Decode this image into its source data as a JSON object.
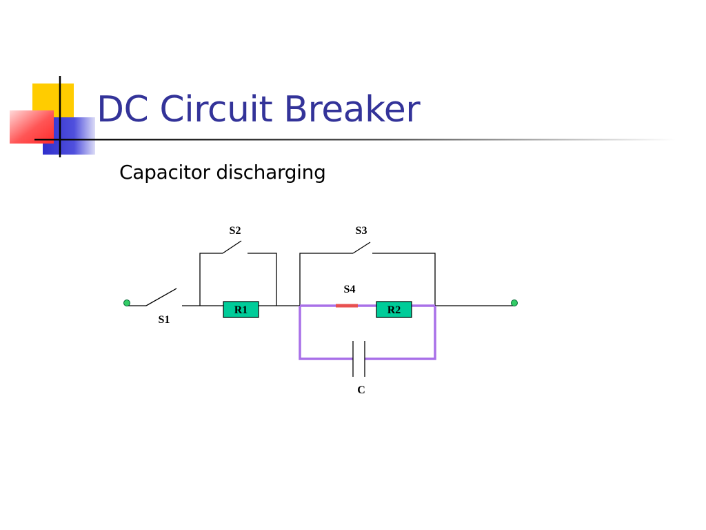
{
  "slide": {
    "title": "DC Circuit Breaker",
    "subtitle": "Capacitor discharging"
  },
  "diagram": {
    "components": {
      "s1": "S1",
      "s2": "S2",
      "s3": "S3",
      "s4": "S4",
      "r1": "R1",
      "r2": "R2",
      "c": "C"
    },
    "highlighted_path": "capacitor discharge loop"
  },
  "colors": {
    "title": "#333399",
    "accent_yellow": "#ffcc00",
    "accent_red": "#ff3b3b",
    "accent_blue": "#3333cc",
    "resistor_fill": "#00cc99",
    "discharge_loop": "#a970e8",
    "switch_s4": "#e85050",
    "terminal": "#33cc66",
    "wire": "#000000"
  }
}
